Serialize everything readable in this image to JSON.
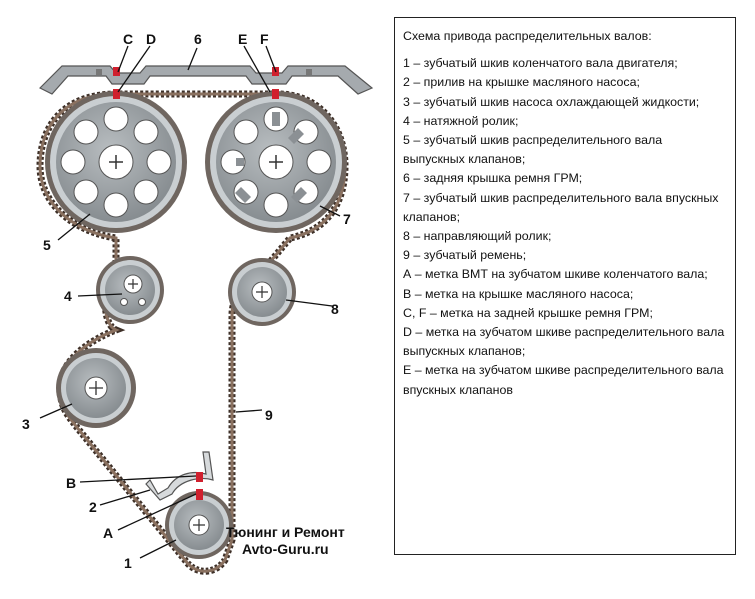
{
  "diagram": {
    "labels": {
      "C": "C",
      "D": "D",
      "E": "E",
      "F": "F",
      "n1": "1",
      "n2": "2",
      "n3": "3",
      "n4": "4",
      "n5": "5",
      "n6": "6",
      "n7": "7",
      "n8": "8",
      "n9": "9",
      "A": "A",
      "B": "B"
    },
    "watermark": {
      "line1": "Тюнинг и Ремонт",
      "line2": "Avto-Guru.ru"
    },
    "colors": {
      "pulley": "#9aa0a4",
      "pulley_rim": "#c9ced1",
      "hole": "#ffffff",
      "belt": "#6e5a4a",
      "mark": "#d0202e",
      "cover": "#9aa0a4"
    }
  },
  "legend": {
    "title": "Схема привода распределительных валов:",
    "items": [
      "1 – зубчатый шкив коленчатого вала двигателя;",
      "2 – прилив на крышке масляного насоса;",
      "3 – зубчатый шкив насоса охлаждающей жидкости;",
      "4 – натяжной ролик;",
      "5 – зубчатый шкив распределительного вала выпускных клапанов;",
      "6 – задняя крышка ремня ГРМ;",
      "7 – зубчатый шкив распределительного вала впускных клапанов;",
      "8 – направляющий ролик;",
      "9 – зубчатый ремень;",
      "А – метка ВМТ на зубчатом шкиве коленчатого вала;",
      "В – метка на крышке масляного насоса;",
      "С, F – метка на задней крышке ремня ГРМ;",
      "D – метка на зубчатом шкиве распределительного вала выпускных клапанов;",
      "Е – метка на зубчатом шкиве распределительного вала впускных клапанов"
    ]
  }
}
